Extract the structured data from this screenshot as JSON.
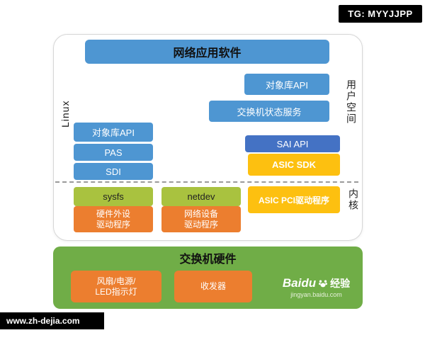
{
  "badges": {
    "top_right": "TG: MYYJJPP",
    "bottom_left": "www.zh-dejia.com"
  },
  "colors": {
    "blue": "#4E96D2",
    "dark_blue": "#4472C4",
    "yellow": "#FDC010",
    "olive": "#A9C23F",
    "orange": "#EC7E2F",
    "green": "#70AD47"
  },
  "linux": {
    "label": "Linux",
    "title": "网络应用软件",
    "regions": {
      "user_space": "用户空间",
      "kernel": "内核"
    },
    "user_space": {
      "object_api_top": "对象库API",
      "switch_state_service": "交换机状态服务",
      "object_api_left": "对象库API",
      "pas": "PAS",
      "sdi": "SDI",
      "sai_api": "SAI API",
      "asic_sdk": "ASIC SDK"
    },
    "kernel": {
      "sysfs": "sysfs",
      "netdev": "netdev",
      "asic_pci_driver": "ASIC PCI驱动程序",
      "hw_peripheral_driver": "硬件外设\n驱动程序",
      "net_device_driver": "网络设备\n驱动程序"
    }
  },
  "hardware": {
    "title": "交换机硬件",
    "fan_psu_led": "风扇/电源/\nLED指示灯",
    "transceiver": "收发器",
    "baidu_brand": "Baidu",
    "baidu_jingyan": "经验",
    "baidu_url": "jingyan.baidu.com"
  }
}
